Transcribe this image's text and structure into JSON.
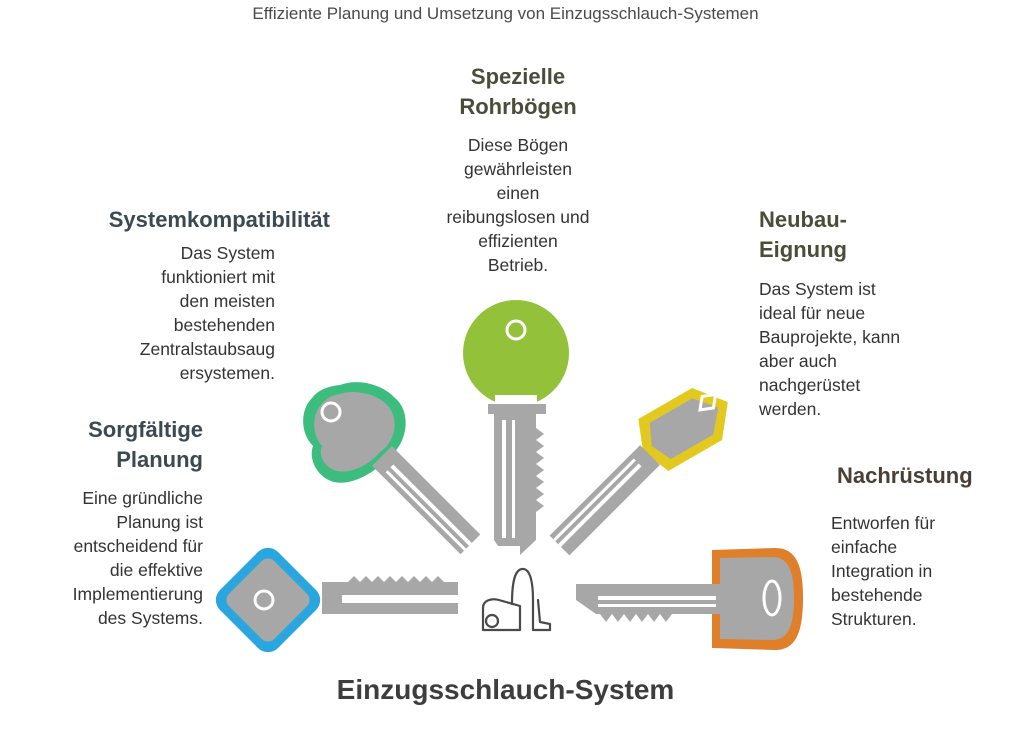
{
  "title": "Effiziente Planung und Umsetzung von Einzugsschlauch-Systemen",
  "center_label": "Einzugsschlauch-System",
  "items": [
    {
      "heading": "Sorgfältige Planung",
      "heading_lines": [
        "Sorgfältige",
        "Planung"
      ],
      "text_lines": [
        "Eine gründliche",
        "Planung ist",
        "entscheidend für",
        "die effektive",
        "Implementierung",
        "des Systems."
      ],
      "color": "#2aa6df",
      "heading_color": "#3a4a50"
    },
    {
      "heading": "Systemkompatibilität",
      "heading_lines": [
        "Systemkompatibilität"
      ],
      "text_lines": [
        "Das System",
        "funktioniert mit",
        "den meisten",
        "bestehenden",
        "Zentralstaubsaug",
        "ersystemen."
      ],
      "color": "#3dbd7d",
      "heading_color": "#3a4a50"
    },
    {
      "heading": "Spezielle Rohrbögen",
      "heading_lines": [
        "Spezielle",
        "Rohrbögen"
      ],
      "text_lines": [
        "Diese Bögen",
        "gewährleisten",
        "einen",
        "reibungslosen und",
        "effizienten",
        "Betrieb."
      ],
      "color": "#93c23a",
      "heading_color": "#4b4d3a"
    },
    {
      "heading": "Neubau-Eignung",
      "heading_lines": [
        "Neubau-",
        "Eignung"
      ],
      "text_lines": [
        "Das System ist",
        "ideal für neue",
        "Bauprojekte, kann",
        "aber auch",
        "nachgerüstet",
        "werden."
      ],
      "color": "#e3c91f",
      "heading_color": "#4b4d3a"
    },
    {
      "heading": "Nachrüstung",
      "heading_lines": [
        "Nachrüstung"
      ],
      "text_lines": [
        "Entworfen für",
        "einfache",
        "Integration in",
        "bestehende",
        "Strukturen."
      ],
      "color": "#e07f2a",
      "heading_color": "#4a3f34"
    }
  ]
}
